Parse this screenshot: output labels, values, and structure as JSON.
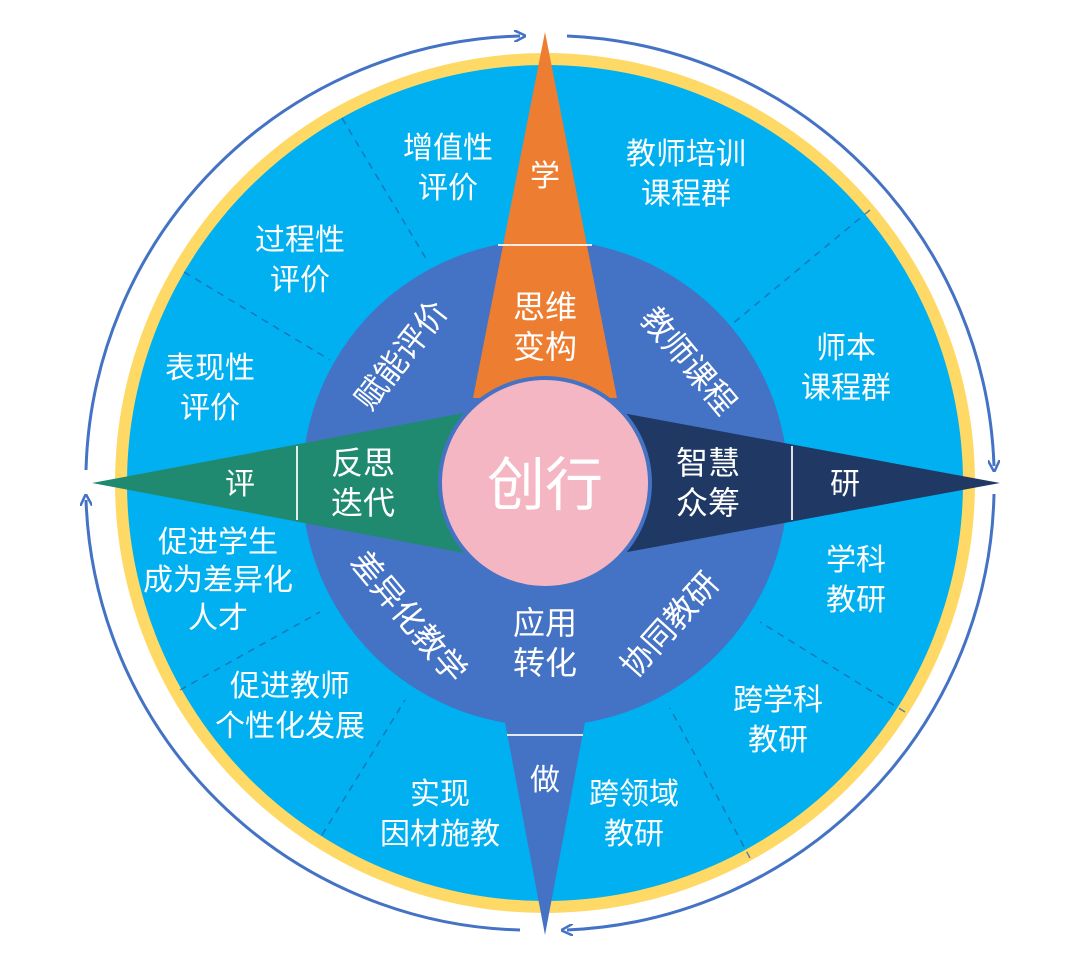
{
  "center": {
    "label": "创行"
  },
  "directions": {
    "top": {
      "tip": "学",
      "inner": [
        "思维",
        "变构"
      ],
      "color": "#ED7D31"
    },
    "right": {
      "tip": "研",
      "inner": [
        "智慧",
        "众筹"
      ],
      "color": "#1F3864"
    },
    "bottom": {
      "tip": "做",
      "inner": [
        "应用",
        "转化"
      ],
      "color": "#4472C4"
    },
    "left": {
      "tip": "评",
      "inner": [
        "反思",
        "迭代"
      ],
      "color": "#1F8A70"
    }
  },
  "ring_labels": {
    "top_left": "赋能评价",
    "top_right": "教师课程",
    "bottom_right": "协同教研",
    "bottom_left": "差异化教学"
  },
  "outer_labels": [
    {
      "id": "zengzhixing",
      "lines": [
        "增值性",
        "评价"
      ]
    },
    {
      "id": "guochengxing",
      "lines": [
        "过程性",
        "评价"
      ]
    },
    {
      "id": "biaoxianxing",
      "lines": [
        "表现性",
        "评价"
      ]
    },
    {
      "id": "jiaoshipeixun",
      "lines": [
        "教师培训",
        "课程群"
      ]
    },
    {
      "id": "shiben",
      "lines": [
        "师本",
        "课程群"
      ]
    },
    {
      "id": "xueke",
      "lines": [
        "学科",
        "教研"
      ]
    },
    {
      "id": "kuaxueke",
      "lines": [
        "跨学科",
        "教研"
      ]
    },
    {
      "id": "kualingyu",
      "lines": [
        "跨领域",
        "教研"
      ]
    },
    {
      "id": "shixianyincai",
      "lines": [
        "实现",
        "因材施教"
      ]
    },
    {
      "id": "cujinjiaoshi",
      "lines": [
        "促进教师",
        "个性化发展"
      ]
    },
    {
      "id": "cujinxuesheng",
      "lines": [
        "促进学生",
        "成为差异化",
        "人才"
      ]
    }
  ],
  "colors": {
    "outer_disc": "#00B0F0",
    "gold_ring": "#FFD966",
    "middle_ring": "#4472C4",
    "center_circle": "#F4B6C2",
    "arrows": "#4472C4"
  }
}
